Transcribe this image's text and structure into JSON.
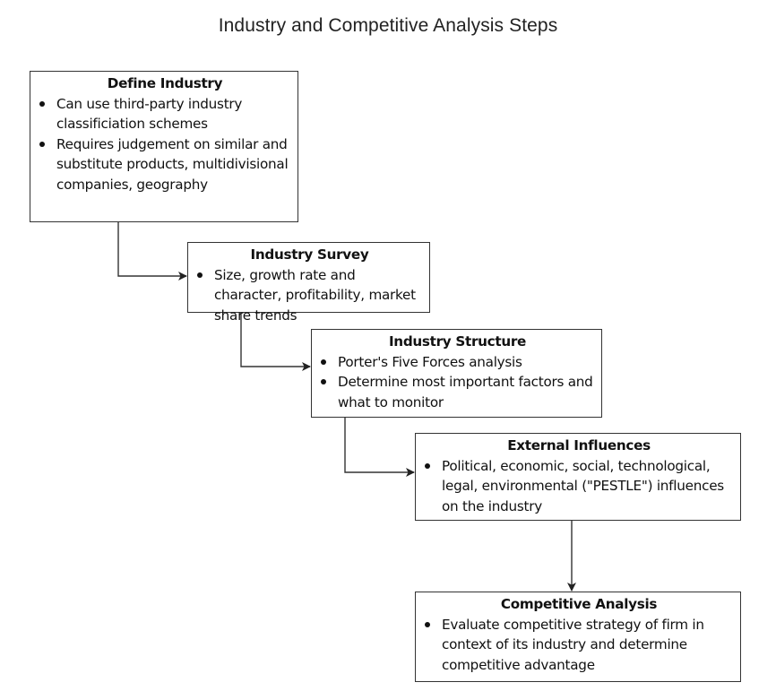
{
  "title": "Industry and Competitive Analysis Steps",
  "steps": [
    {
      "heading": "Define Industry",
      "bullets": [
        "Can use third-party industry classificiation schemes",
        "Requires judgement on similar and substitute products, multidivisional companies, geography"
      ]
    },
    {
      "heading": "Industry Survey",
      "bullets": [
        "Size, growth rate and character, profitability, market share trends"
      ]
    },
    {
      "heading": "Industry Structure",
      "bullets": [
        "Porter's Five Forces analysis",
        "Determine most important factors and what to monitor"
      ]
    },
    {
      "heading": "External Influences",
      "bullets": [
        "Political, economic, social, technological, legal, environmental (\"PESTLE\") influences on the industry"
      ]
    },
    {
      "heading": "Competitive Analysis",
      "bullets": [
        "Evaluate competitive strategy of firm in context of its industry and determine competitive advantage"
      ]
    }
  ],
  "connectors": [
    {
      "from": "Define Industry",
      "to": "Industry Survey",
      "style": "elbow-arrow"
    },
    {
      "from": "Industry Survey",
      "to": "Industry Structure",
      "style": "elbow-arrow"
    },
    {
      "from": "Industry Structure",
      "to": "External Influences",
      "style": "elbow-arrow"
    },
    {
      "from": "External Influences",
      "to": "Competitive Analysis",
      "style": "straight-arrow"
    }
  ],
  "colors": {
    "line": "#333333",
    "text": "#111111",
    "title": "#222222",
    "background": "#ffffff"
  }
}
